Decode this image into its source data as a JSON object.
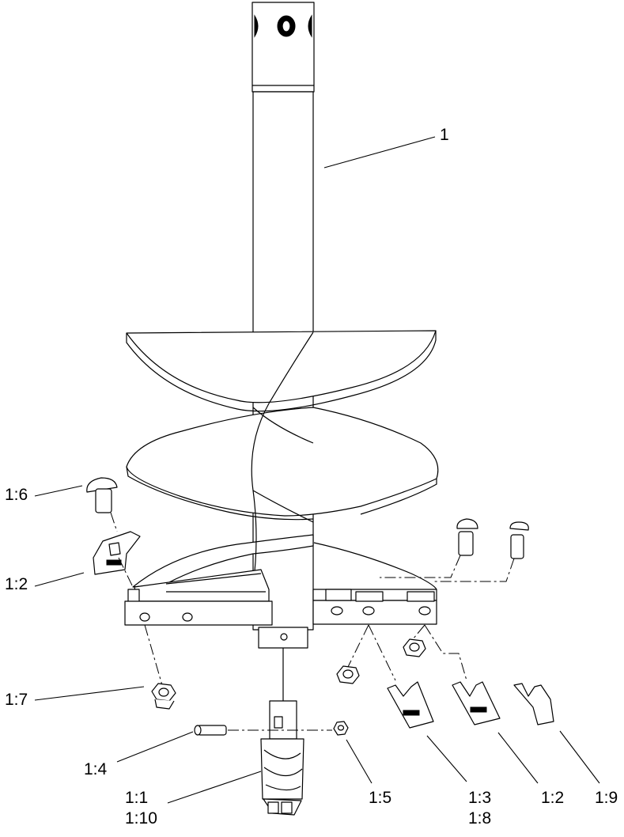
{
  "callouts": {
    "c1": "1",
    "c1_6": "1:6",
    "c1_2_left": "1:2",
    "c1_7": "1:7",
    "c1_4": "1:4",
    "c1_1": "1:1",
    "c1_10": "1:10",
    "c1_5": "1:5",
    "c1_3": "1:3",
    "c1_8": "1:8",
    "c1_2_right": "1:2",
    "c1_9": "1:9"
  },
  "colors": {
    "line": "#000000",
    "background": "#ffffff"
  }
}
